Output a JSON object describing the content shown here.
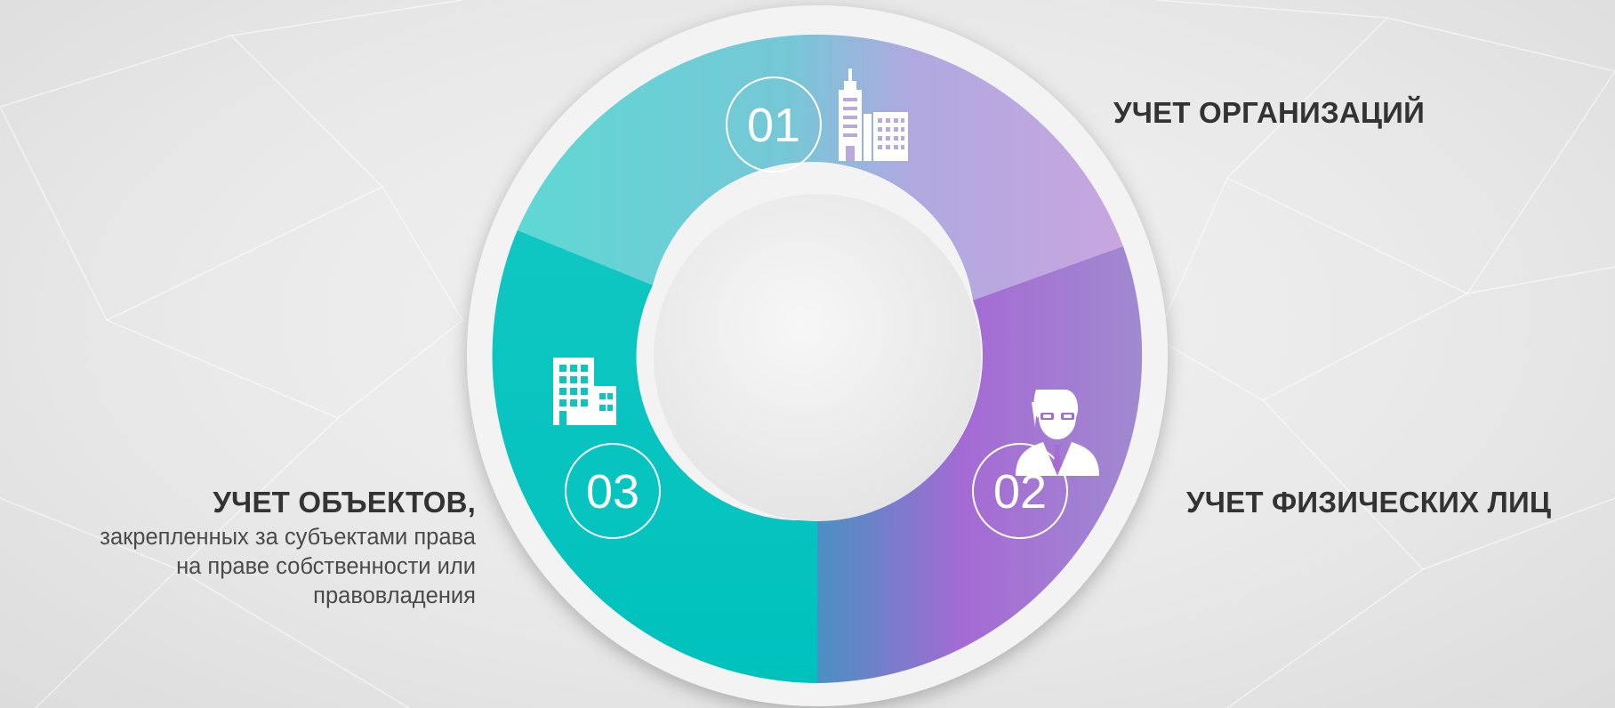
{
  "colors": {
    "segment_org_start": "#5fd8d5",
    "segment_org_end": "#c69fe0",
    "segment_phys_start": "#4a90c2",
    "segment_phys_end": "#a56ad4",
    "segment_obj": "#00c4c0",
    "label_text": "#333333",
    "ring": "#f4f4f4"
  },
  "segments": [
    {
      "number": "01",
      "label": "УЧЕТ ОРГАНИЗАЦИЙ",
      "icon": "city-buildings-icon"
    },
    {
      "number": "02",
      "label": "УЧЕТ ФИЗИЧЕСКИХ ЛИЦ",
      "icon": "businessman-icon"
    },
    {
      "number": "03",
      "label": "УЧЕТ ОБЪЕКТОВ,",
      "icon": "office-building-icon",
      "description": [
        "закрепленных за субъектами права",
        "на праве собственности или",
        "правовладения"
      ]
    }
  ]
}
